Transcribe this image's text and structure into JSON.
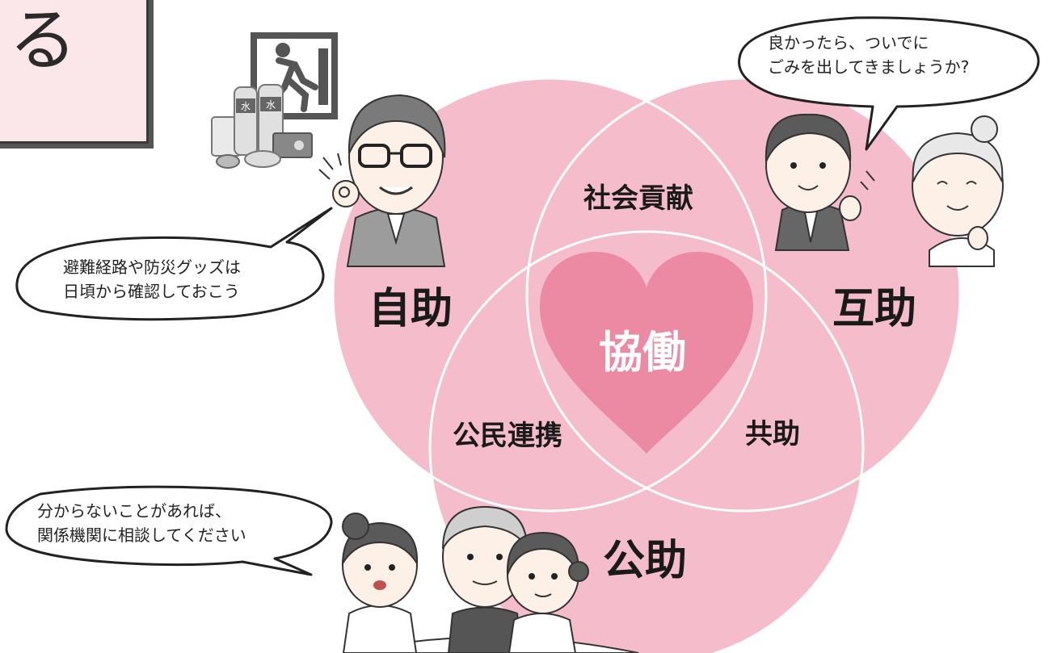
{
  "corner": {
    "char": "る"
  },
  "diagram": {
    "colors": {
      "circle_fill": "#f5bccb",
      "heart_fill": "#ec8aa4",
      "line": "#ffffff"
    },
    "circles": {
      "self_help": "自助",
      "mutual_help": "互助",
      "public_help": "公助"
    },
    "overlaps": {
      "social_contribution": "社会貢献",
      "public_private": "公民連携",
      "co_help": "共助"
    },
    "center": "協働"
  },
  "bubbles": {
    "top_right": {
      "line1": "良かったら、ついでに",
      "line2": "ごみを出してきましょうか?"
    },
    "left": {
      "line1": "避難経路や防災グッズは",
      "line2": "日頃から確認しておこう"
    },
    "bottom_left": {
      "line1": "分からないことがあれば、",
      "line2": "関係機関に相談してください"
    }
  },
  "illustrations": {
    "supplies": "emergency-supplies-illustration",
    "exit_sign": "emergency-exit-sign-icon",
    "man_glasses": "man-with-glasses-illustration",
    "young_man": "young-man-pointing-illustration",
    "elderly_woman": "elderly-woman-illustration",
    "group": "three-people-consulting-illustration"
  }
}
